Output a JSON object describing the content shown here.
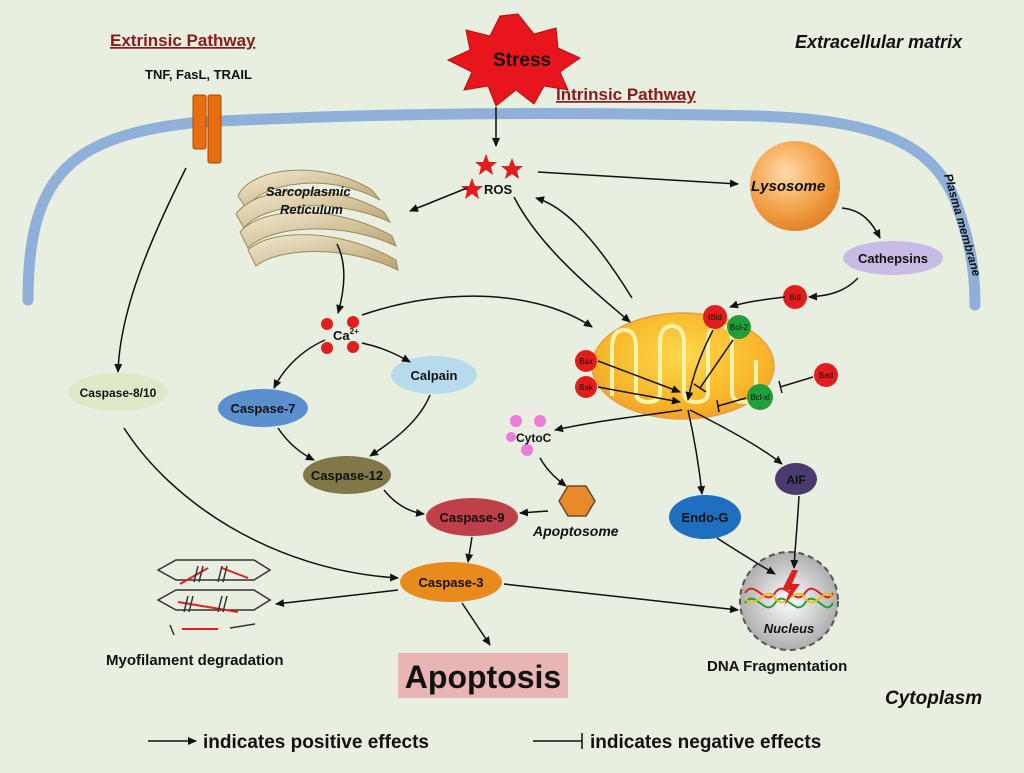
{
  "headers": {
    "extrinsic": "Extrinsic Pathway",
    "intrinsic": "Intrinsic Pathway",
    "extracellular": "Extracellular matrix",
    "cytoplasm": "Cytoplasm",
    "plasma_membrane": "Plasma membrane"
  },
  "ligands": "TNF, FasL, TRAIL",
  "stress": "Stress",
  "ros": "ROS",
  "organelles": {
    "sarcoplasmic_line1": "Sarcoplasmic",
    "sarcoplasmic_line2": "Reticulum",
    "lysosome": "Lysosome",
    "nucleus": "Nucleus",
    "apoptosome": "Apoptosome"
  },
  "calcium": {
    "symbol": "Ca",
    "charge": "2+"
  },
  "proteins": {
    "cathepsins": "Cathepsins",
    "calpain": "Calpain",
    "caspase_8_10": "Caspase-8/10",
    "caspase_7": "Caspase-7",
    "caspase_12": "Caspase-12",
    "caspase_9": "Caspase-9",
    "caspase_3": "Caspase-3",
    "cytoc": "CytoC",
    "endo_g": "Endo-G",
    "aif": "AIF",
    "bid": "Bid",
    "tbid": "tBid",
    "bcl2": "Bcl-2",
    "bax": "Bax",
    "bak": "Bak",
    "bclxl": "Bcl-xl",
    "bad": "Bad"
  },
  "outcomes": {
    "myofilament": "Myofilament degradation",
    "apoptosis": "Apoptosis",
    "dna": "DNA Fragmentation"
  },
  "legend": {
    "positive": "indicates positive effects",
    "negative": "indicates negative effects"
  },
  "colors": {
    "background": "#e8eee0",
    "membrane": "#8fb0d8",
    "stress": "#e8161c",
    "lysosome": "#f2a24a",
    "cathepsins": "#c9bce4",
    "calpain": "#b6dcec",
    "caspase_8_10": "#dfe9c8",
    "caspase_7": "#5b8fd0",
    "caspase_12": "#807848",
    "caspase_9": "#c0404a",
    "caspase_3": "#e88a1c",
    "endo_g": "#1f6fc0",
    "aif": "#4a3a6e",
    "apoptosis_box": "#e8b4b4",
    "red_marker": "#e01e1e",
    "green_marker": "#1f9e3a",
    "receptor": "#e66d10"
  }
}
